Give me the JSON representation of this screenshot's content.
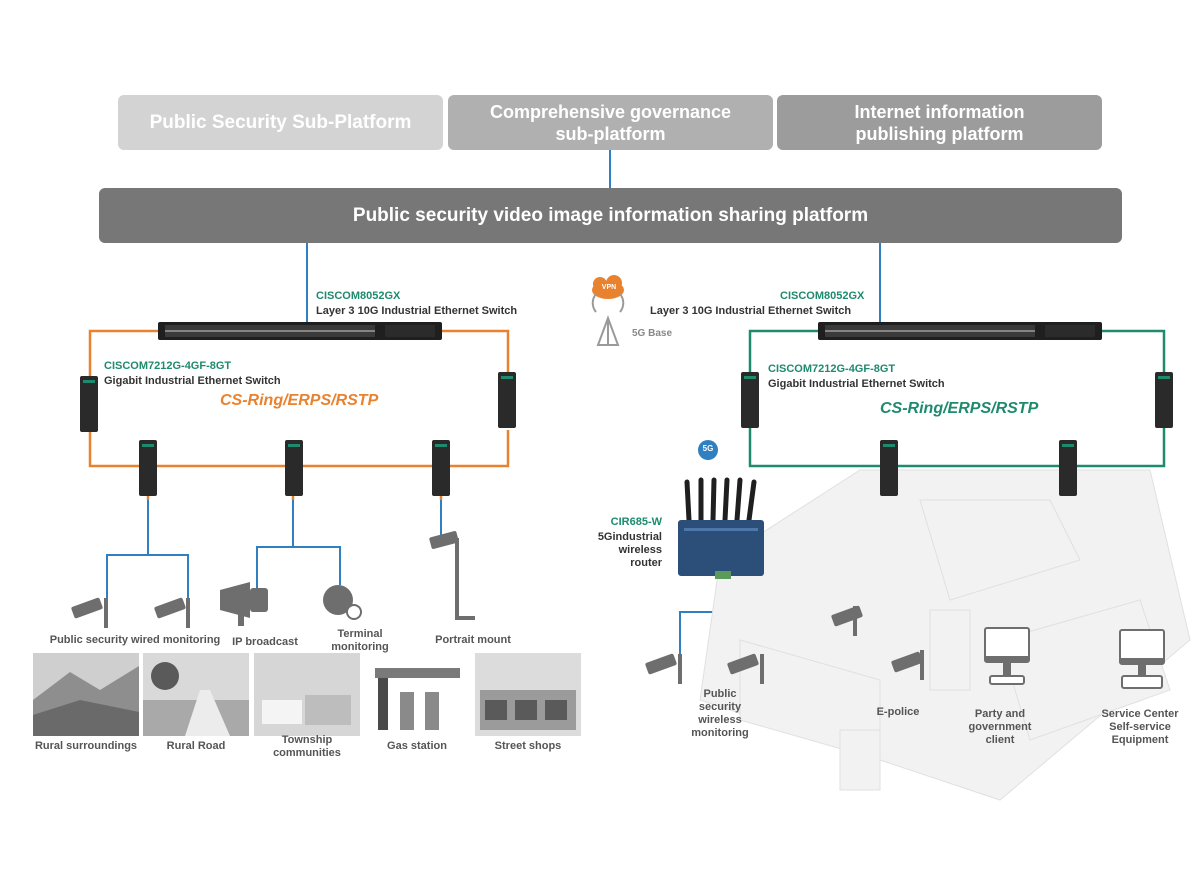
{
  "platforms": {
    "public_security": "Public Security Sub-Platform",
    "governance": "Comprehensive governance\nsub-platform",
    "internet": "Internet information\npublishing platform"
  },
  "sharing_platform": "Public security video image information sharing platform",
  "vpn": {
    "label": "VPN",
    "base_label": "5G Base"
  },
  "left": {
    "core_model": "CISCOM8052GX",
    "core_desc": "Layer 3 10G Industrial Ethernet Switch",
    "access_model": "CISCOM7212G-4GF-8GT",
    "access_desc": "Gigabit Industrial Ethernet Switch",
    "ring": "CS-Ring/ERPS/RSTP",
    "devices": {
      "wired_monitoring": "Public security wired monitoring",
      "ip_broadcast": "IP broadcast",
      "terminal_monitoring": "Terminal\nmonitoring",
      "portrait_mount": "Portrait mount"
    },
    "scenes": [
      "Rural surroundings",
      "Rural Road",
      "Township\ncommunities",
      "Gas station",
      "Street shops"
    ]
  },
  "right": {
    "core_model": "CISCOM8052GX",
    "core_desc": "Layer 3 10G Industrial Ethernet Switch",
    "access_model": "CISCOM7212G-4GF-8GT",
    "access_desc": "Gigabit Industrial Ethernet Switch",
    "ring": "CS-Ring/ERPS/RSTP",
    "router_badge": "5G",
    "router_model": "CIR685-W",
    "router_desc": "5Gindustrial\nwireless\nrouter",
    "devices": {
      "wireless_monitoring": "Public\nsecurity\nwireless\nmonitoring",
      "e_police": "E-police",
      "party_client": "Party and\ngovernment\nclient",
      "service_center": "Service Center\nSelf-service\nEquipment"
    }
  },
  "colors": {
    "orange": "#e9822f",
    "green": "#1e8a6e",
    "blue": "#2f7fc1",
    "box_light": "#d3d3d3",
    "box_mid": "#b0b0b0",
    "box_dark": "#9c9c9c",
    "bar": "#777777"
  }
}
